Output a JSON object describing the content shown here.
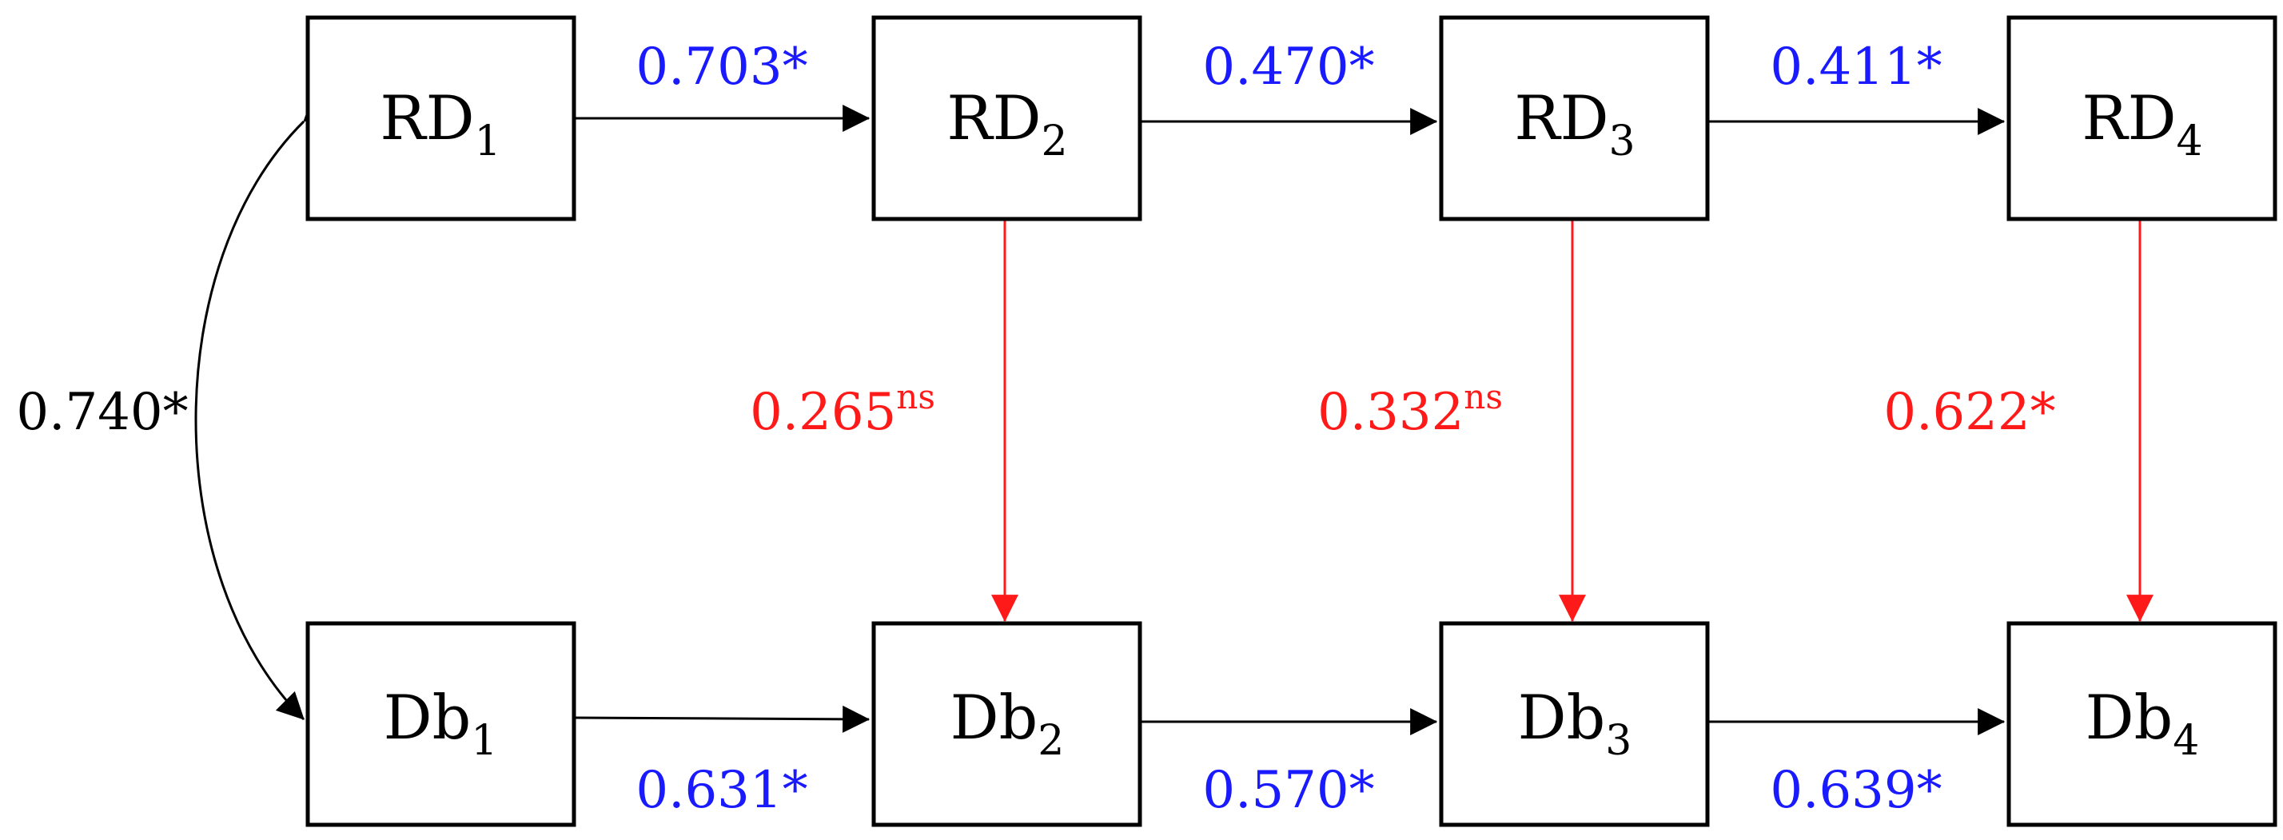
{
  "colors": {
    "horizontal": "#1a1aff",
    "vertical": "#ff1a1a",
    "correlation": "#000000",
    "arrow": "#000000"
  },
  "nodes": {
    "rd1": {
      "base": "RD",
      "sub": "1"
    },
    "rd2": {
      "base": "RD",
      "sub": "2"
    },
    "rd3": {
      "base": "RD",
      "sub": "3"
    },
    "rd4": {
      "base": "RD",
      "sub": "4"
    },
    "db1": {
      "base": "Db",
      "sub": "1"
    },
    "db2": {
      "base": "Db",
      "sub": "2"
    },
    "db3": {
      "base": "Db",
      "sub": "3"
    },
    "db4": {
      "base": "Db",
      "sub": "4"
    }
  },
  "coefficients": {
    "rd1_rd2": {
      "value": "0.703",
      "mark": "*"
    },
    "rd2_rd3": {
      "value": "0.470",
      "mark": "*"
    },
    "rd3_rd4": {
      "value": "0.411",
      "mark": "*"
    },
    "db1_db2": {
      "value": "0.631",
      "mark": "*"
    },
    "db2_db3": {
      "value": "0.570",
      "mark": "*"
    },
    "db3_db4": {
      "value": "0.639",
      "mark": "*"
    },
    "rd2_db2": {
      "value": "0.265",
      "mark": "ns"
    },
    "rd3_db3": {
      "value": "0.332",
      "mark": "ns"
    },
    "rd4_db4": {
      "value": "0.622",
      "mark": "*"
    },
    "rd1_db1": {
      "value": "0.740",
      "mark": "*"
    }
  }
}
